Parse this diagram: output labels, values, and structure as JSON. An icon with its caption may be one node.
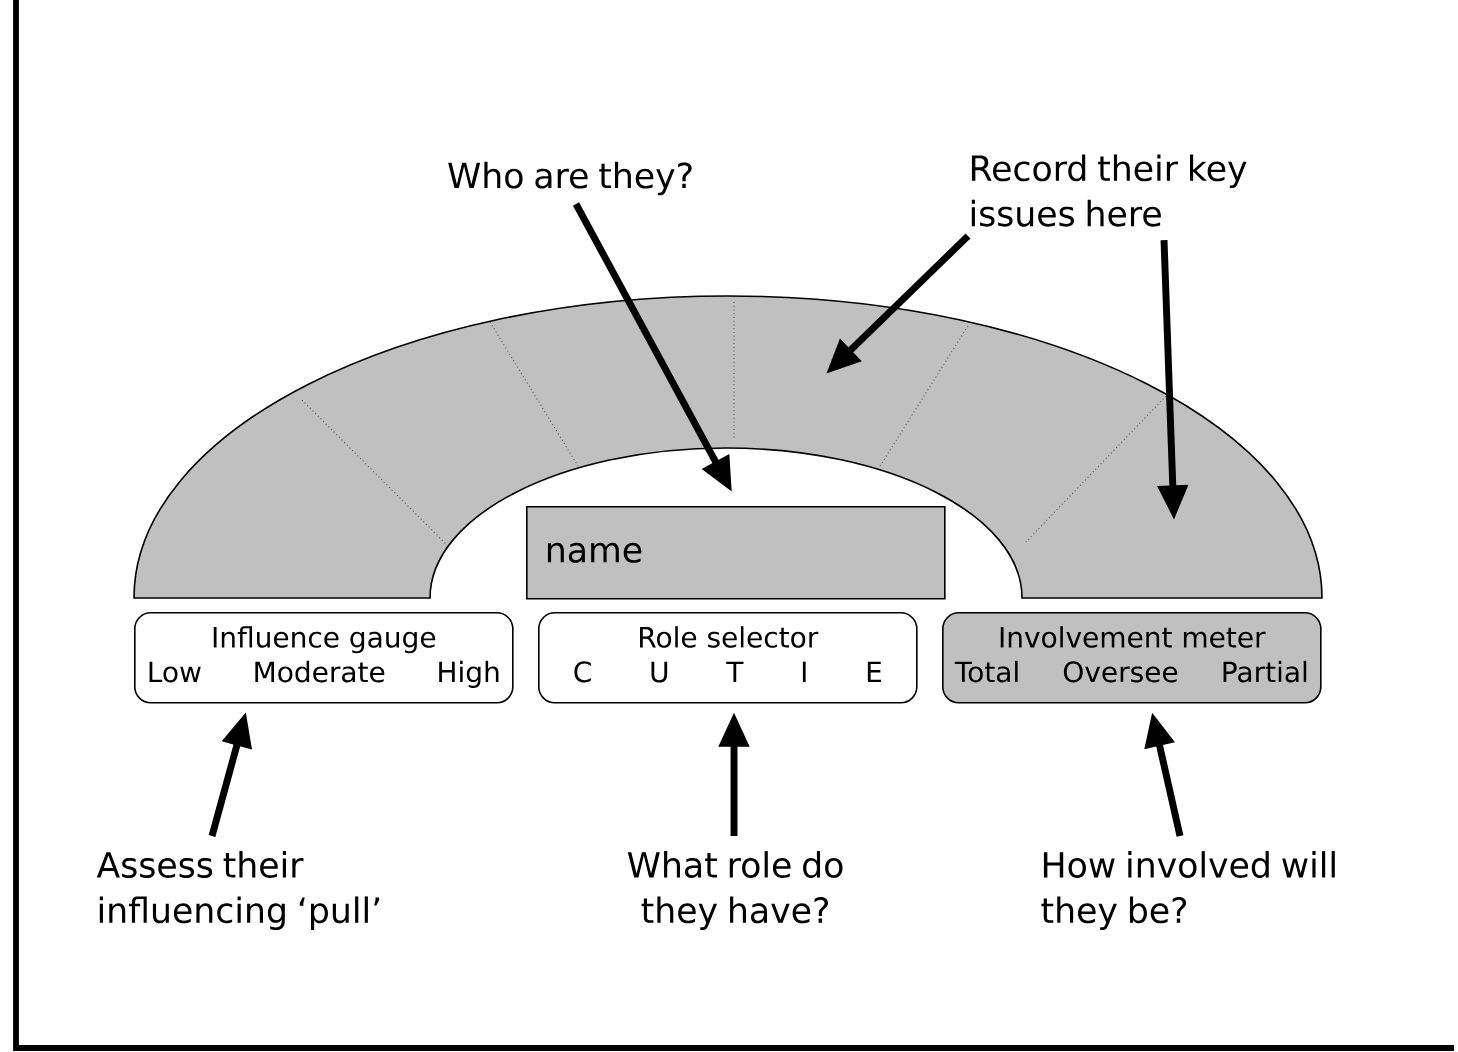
{
  "diagram": {
    "nodes": [
      {
        "text": [
          "Who are they?"
        ]
      },
      {
        "text": [
          "Record their key issues here"
        ]
      },
      {
        "text": [
          "name"
        ]
      },
      {
        "text": [
          "Influence gauge",
          "Low",
          "Moderate",
          "High"
        ]
      },
      {
        "text": [
          "Role selector",
          "C",
          "U",
          "T",
          "I",
          "E"
        ]
      },
      {
        "text": [
          "Involvement meter",
          "Total",
          "Oversee",
          "Partial"
        ]
      },
      {
        "text": [
          "Assess their influencing ‘pull’"
        ]
      },
      {
        "text": [
          "What role do they have?"
        ]
      },
      {
        "text": [
          "How involved will they be?"
        ]
      }
    ],
    "edges": [
      {
        "from": 0,
        "to": 2,
        "arrow": "to"
      },
      {
        "from": 1,
        "to": null,
        "arrow": "to"
      },
      {
        "from": 1,
        "to": null,
        "arrow": "to"
      },
      {
        "from": 6,
        "to": 3,
        "arrow": "to"
      },
      {
        "from": 7,
        "to": 4,
        "arrow": "to"
      },
      {
        "from": 8,
        "to": 5,
        "arrow": "to"
      }
    ]
  }
}
